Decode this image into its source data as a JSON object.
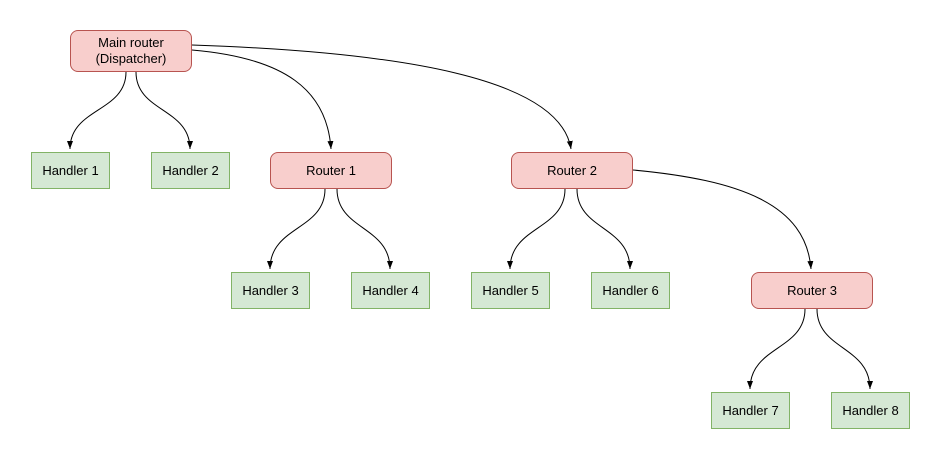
{
  "diagram": {
    "colors": {
      "router_fill": "#f8cecc",
      "router_border": "#b85450",
      "handler_fill": "#d5e8d4",
      "handler_border": "#82b366",
      "edge": "#000000"
    },
    "nodes": {
      "main_router": {
        "label": "Main router\n(Dispatcher)",
        "type": "router"
      },
      "handler1": {
        "label": "Handler 1",
        "type": "handler"
      },
      "handler2": {
        "label": "Handler 2",
        "type": "handler"
      },
      "router1": {
        "label": "Router 1",
        "type": "router"
      },
      "router2": {
        "label": "Router 2",
        "type": "router"
      },
      "handler3": {
        "label": "Handler 3",
        "type": "handler"
      },
      "handler4": {
        "label": "Handler 4",
        "type": "handler"
      },
      "handler5": {
        "label": "Handler 5",
        "type": "handler"
      },
      "handler6": {
        "label": "Handler 6",
        "type": "handler"
      },
      "router3": {
        "label": "Router 3",
        "type": "router"
      },
      "handler7": {
        "label": "Handler 7",
        "type": "handler"
      },
      "handler8": {
        "label": "Handler 8",
        "type": "handler"
      }
    },
    "edges": [
      {
        "from": "Main router (Dispatcher)",
        "to": "Handler 1"
      },
      {
        "from": "Main router (Dispatcher)",
        "to": "Handler 2"
      },
      {
        "from": "Main router (Dispatcher)",
        "to": "Router 1"
      },
      {
        "from": "Main router (Dispatcher)",
        "to": "Router 2"
      },
      {
        "from": "Router 1",
        "to": "Handler 3"
      },
      {
        "from": "Router 1",
        "to": "Handler 4"
      },
      {
        "from": "Router 2",
        "to": "Handler 5"
      },
      {
        "from": "Router 2",
        "to": "Handler 6"
      },
      {
        "from": "Router 2",
        "to": "Router 3"
      },
      {
        "from": "Router 3",
        "to": "Handler 7"
      },
      {
        "from": "Router 3",
        "to": "Handler 8"
      }
    ]
  }
}
